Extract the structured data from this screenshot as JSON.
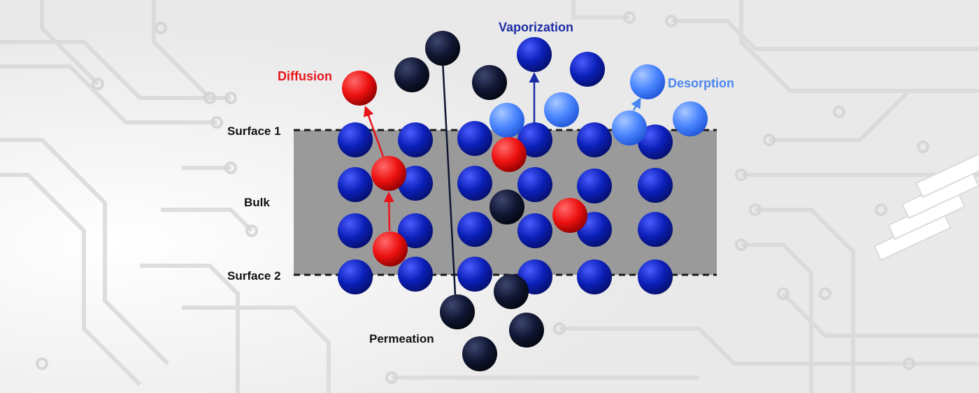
{
  "labels": {
    "surface1": "Surface 1",
    "surface2": "Surface 2",
    "bulk": "Bulk",
    "diffusion": "Diffusion",
    "vaporization": "Vaporization",
    "desorption": "Desorption",
    "permeation": "Permeation"
  },
  "colors": {
    "bulk_fill": "#9a9a9a",
    "lattice_atom": "#0b1fb8",
    "diffusing_atom": "#ee1111",
    "permeating_atom": "#0f1530",
    "desorbing_atom": "#4a86ff",
    "diffusion_text": "#e8141c",
    "vaporization_text": "#1b2ba6",
    "desorption_text": "#4a86f0",
    "label_text": "#111111"
  }
}
